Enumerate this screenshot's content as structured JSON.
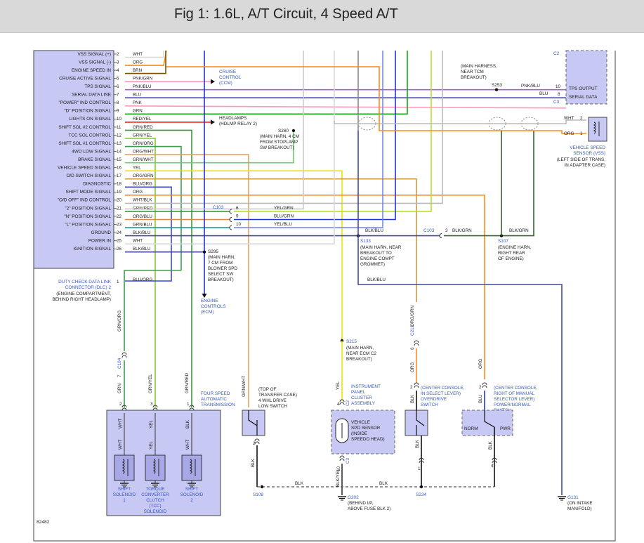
{
  "header": {
    "title": "Fig 1: 1.6L, A/T Circuit, 4 Speed A/T"
  },
  "diagram": {
    "figure_number": "82482",
    "wire_colors": {
      "WHT": "#d8d8d8",
      "ORG": "#ff8c1a",
      "BRN": "#7a5200",
      "PNK": "#ff99bb",
      "BLU": "#2233dd",
      "GRN": "#11aa11",
      "RED": "#ee2222",
      "YEL": "#e6e600",
      "GRY": "#888888",
      "BLK": "#111111",
      "GRN_YEL": "#7dcc2f",
      "GRN_WHT": "#6ccf6c",
      "GRN_BLU": "#1a9a9a",
      "BLU_ORG": "#3a4ad0",
      "BLK_BLU": "#444a99",
      "BLK_GRN": "#336633",
      "YEL_GRN": "#b8dd33",
      "YEL_BLU": "#7788ee",
      "TEAL": "#2a8aa8"
    },
    "ecm_pins": [
      {
        "num": "2",
        "label": "VSS SIGNAL (+)",
        "wire": "WHT"
      },
      {
        "num": "3",
        "label": "VSS SIGNAL (-)",
        "wire": "ORG"
      },
      {
        "num": "4",
        "label": "ENGINE SPEED IN",
        "wire": "BRN"
      },
      {
        "num": "5",
        "label": "CRUISE ACTIVE SIGNAL",
        "wire": "PNK/GRN"
      },
      {
        "num": "6",
        "label": "TPS SIGNAL",
        "wire": "PNK/BLU"
      },
      {
        "num": "7",
        "label": "SERIAL DATA LINE",
        "wire": "BLU"
      },
      {
        "num": "8",
        "label": "\"POWER\" IND CONTROL",
        "wire": "PNK"
      },
      {
        "num": "9",
        "label": "\"D\" POSITION SIGNAL",
        "wire": "GRN"
      },
      {
        "num": "10",
        "label": "LIGHTS ON SIGNAL",
        "wire": "RED/YEL"
      },
      {
        "num": "11",
        "label": "SHIFT SOL #2 CONTROL",
        "wire": "GRN/RED"
      },
      {
        "num": "12",
        "label": "TCC SOL CONTROL",
        "wire": "GRN/YEL"
      },
      {
        "num": "13",
        "label": "SHIFT SOL #1 CONTROL",
        "wire": "GRN/ORG"
      },
      {
        "num": "14",
        "label": "4WD LOW SIGNAL",
        "wire": "ORG/WHT"
      },
      {
        "num": "15",
        "label": "BRAKE SIGNAL",
        "wire": "GRN/WHT"
      },
      {
        "num": "16",
        "label": "VEHICLE SPEED SIGNAL",
        "wire": "YEL"
      },
      {
        "num": "17",
        "label": "O/D SWITCH SIGNAL",
        "wire": "ORG/GRN"
      },
      {
        "num": "18",
        "label": "DIAGNOSTIC",
        "wire": "BLU/ORG"
      },
      {
        "num": "19",
        "label": "SHIFT MODE SIGNAL",
        "wire": "ORG"
      },
      {
        "num": "20",
        "label": "\"O/D OFF\" IND CONTROL",
        "wire": "WHT/BLK"
      },
      {
        "num": "21",
        "label": "\"2\" POSITION SIGNAL",
        "wire": "GRN/RED"
      },
      {
        "num": "22",
        "label": "\"N\" POSITION SIGNAL",
        "wire": "ORG/BLU"
      },
      {
        "num": "23",
        "label": "\"L\" POSITION SIGNAL",
        "wire": "GRN/BLU"
      },
      {
        "num": "24",
        "label": "GROUND",
        "wire": "BLK/BLU"
      },
      {
        "num": "25",
        "label": "POWER IN",
        "wire": "WHT"
      },
      {
        "num": "26",
        "label": "IGNITION SIGNAL",
        "wire": "BLK/BLU"
      }
    ],
    "cruise": [
      "CRUISE",
      "CONTROL",
      "(CCM)"
    ],
    "headlamps": [
      "HEADLAMPS",
      "(HDLMP RELAY 2)"
    ],
    "s260": {
      "id": "S260",
      "desc": [
        "(MAIN HARN, 4 CM",
        "FROM STOPLAMP",
        "SW BREAKOUT)"
      ]
    },
    "s253": {
      "id": "S253",
      "wire": "PNK/BLU",
      "desc": [
        "(MAIN HARNESS,",
        "NEAR TCM",
        "BREAKOUT)"
      ]
    },
    "c2": "C2",
    "c3": "C3",
    "tps_output": "TPS OUTPUT",
    "serial_data": "SERIAL DATA",
    "tps_pin": "10",
    "serial_pin": "8",
    "blu": "BLU",
    "vss_sensor": {
      "pin_wht": "WHT",
      "pin_num_2": "2",
      "pin_org": "ORG",
      "pin_num_1": "1",
      "name": [
        "VEHICLE SPEED",
        "SENSOR (VSS)"
      ],
      "loc": [
        "(LEFT SIDE OF TRANS,",
        "IN ADAPTER CASE)"
      ]
    },
    "c103_left": {
      "id": "C103",
      "rows": [
        {
          "pin": "6",
          "wire": "YEL/GRN"
        },
        {
          "pin": "9",
          "wire": "BLU/GRN"
        },
        {
          "pin": "10",
          "wire": "YEL/BLU"
        }
      ]
    },
    "c103_right": {
      "id": "C103",
      "pin": "3",
      "wire": "BLK/GRN"
    },
    "blk_blu_label": "BLK/BLU",
    "blk_grn_label": "BLK/GRN",
    "s133": {
      "id": "S133",
      "desc": [
        "(MAIN HARN, NEAR",
        "BREAKOUT TO",
        "ENGINE COMPT",
        "GROMMET)"
      ]
    },
    "s107": {
      "id": "S107",
      "desc": [
        "(ENGINE HARN,",
        "RIGHT REAR",
        "OF ENGINE)"
      ]
    },
    "s295": {
      "id": "S295",
      "desc": [
        "(MAIN HARN,",
        "7 CM FROM",
        "BLOWER SPD",
        "SELECT SW",
        "BREAKOUT)"
      ]
    },
    "ecm_arrow": [
      "ENGINE",
      "CONTROLS",
      "(ECM)"
    ],
    "dlc": {
      "name": [
        "DUTY CHECK DATA LINK",
        "CONNECTOR (DLC) 2"
      ],
      "loc": [
        "(ENGINE COMPARTMENT,",
        "BEHIND RIGHT HEADLAMP)"
      ],
      "pin": "1",
      "wire": "BLU/ORG"
    },
    "s215": {
      "id": "S215",
      "desc": [
        "(MAIN HARN,",
        "NEAR ECM C2",
        "BREAKOUT)"
      ]
    },
    "c104": {
      "id": "C104",
      "pin": "7",
      "wire_above": "GRN/ORG"
    },
    "c213": {
      "id": "C213",
      "pin": "6",
      "wire_above": "ORG/GRN"
    },
    "trans": {
      "label": [
        "FOUR SPEED",
        "AUTOMATIC",
        "TRANSMISSION"
      ],
      "wire_grn": "GRN",
      "wire_grn_yel": "GRN/YEL",
      "wire_grn_red": "GRN/RED",
      "pin2": "2",
      "pin3": "3",
      "pin1": "1",
      "wht": "WHT",
      "yel": "YEL",
      "blk": "BLK",
      "sol1": [
        "SHIFT",
        "SOLENOID",
        "1"
      ],
      "tcc": [
        "TORQUE",
        "CONVERTER",
        "CLUTCH",
        "(TCC)",
        "SOLENOID"
      ],
      "sol2": [
        "SHIFT",
        "SOLENOID",
        "2"
      ]
    },
    "transfer_case": {
      "wire": "GRN/WHT",
      "name": [
        "(TOP OF",
        "TRANSFER CASE)",
        "4 WHL DRIVE",
        "LOW SWITCH"
      ],
      "pin_bottom": "2"
    },
    "cluster": {
      "label": [
        "INSTRUMENT",
        "PANEL",
        "CLUSTER",
        "ASSEMBLY"
      ],
      "wire": "YEL",
      "pin": "4",
      "c_id": "C2",
      "sensor": [
        "VEHICLE",
        "SPD SENSOR",
        "(INSIDE",
        "SPEEDO HEAD)"
      ],
      "c3_id": "C3",
      "c3_pin": "10",
      "c3_wire": "BLK/YEL"
    },
    "od_switch": {
      "label": [
        "(CENTER CONSOLE,",
        "IN SELECT LEVER)",
        "OVERDRIVE",
        "SWITCH"
      ],
      "wire_top": "ORG",
      "pin_top": "2",
      "wire_blk": "BLK",
      "pin_bot": "1"
    },
    "pn_switch": {
      "label": [
        "(CENTER CONSOLE,",
        "RIGHT OF MANUAL",
        "SELECTOR LEVER)",
        "POWER/NORMAL",
        "SWITCH"
      ],
      "wire_top": "ORG",
      "pin_top": "2",
      "wire_blu": "BLU",
      "norm": "NORM",
      "pwr": "PWR",
      "wire_blk": "BLK",
      "pin_bot": "4"
    },
    "grounds": {
      "s108": "S108",
      "blk_left": "BLK",
      "blk_mid": "BLK",
      "s234": "S234",
      "g202": {
        "id": "G202",
        "desc": [
          "(BEHIND I/P,",
          "ABOVE FUSE BLK 2)"
        ]
      },
      "g131": {
        "id": "G131",
        "desc": [
          "(ON INTAKE",
          "MANIFOLD)"
        ]
      },
      "blk_blu_g131": "BLK/BLU"
    }
  }
}
